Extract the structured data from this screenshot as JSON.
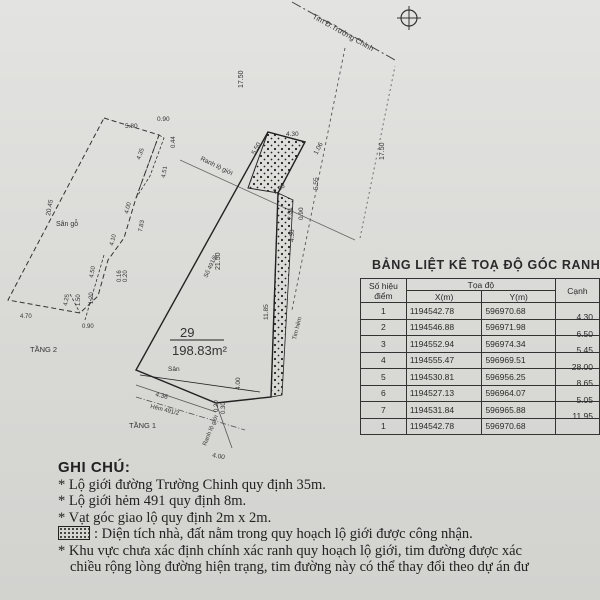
{
  "drawing": {
    "road_center_label": "Tim Đ.Trường Chinh",
    "road_offset_left": "17.50",
    "road_offset_right": "17.50",
    "boundary_label": "Ranh lộ giới",
    "alley_center_label": "Tim hẻm",
    "alley_boundary_label": "Ranh lộ giới",
    "alley_label": "Hẻm 491/2",
    "house_no": "Số 491/6",
    "lot_number": "29",
    "lot_area": "198.83m²",
    "yard_label": "Sân",
    "floor1_label": "TẦNG 1",
    "floor2_label": "TẦNG 2",
    "floor2_room": "Sân gỗ",
    "dims": {
      "d430_top": "4.30",
      "d550": "5.50",
      "d106": "1.06",
      "d555": "5.55",
      "d290": "2.90",
      "d201": "2.01",
      "d090a": "0.90",
      "d430_side": "4.30",
      "d2150": "21.50",
      "d1185": "11.85",
      "d400_bot": "4.00",
      "d436": "4.36",
      "d020": "0.20",
      "d030": "0.30",
      "d400_b2": "4.00",
      "f2_580": "5.80",
      "f2_090": "0.90",
      "f2_044": "0.44",
      "f2_435": "4.35",
      "f2_451": "4.51",
      "f2_2045": "20.45",
      "f2_400": "4.00",
      "f2_410": "4.10",
      "f2_783": "7.83",
      "f2_450": "4.50",
      "f2_016": "0.16",
      "f2_020": "0.20",
      "f2_425": "4.25",
      "f2_150": "1.50",
      "f2_120": "1.20",
      "f2_470": "4.70",
      "f2_090b": "0.90"
    }
  },
  "table": {
    "title": "BẢNG LIỆT KÊ TOẠ ĐỘ GÓC RANH",
    "col_point": "Số hiệu điểm",
    "col_coord": "Tọa độ",
    "col_x": "X(m)",
    "col_y": "Y(m)",
    "col_edge": "Cạnh",
    "rows": [
      {
        "no": "1",
        "x": "1194542.78",
        "y": "596970.68"
      },
      {
        "no": "2",
        "x": "1194546.88",
        "y": "596971.98"
      },
      {
        "no": "3",
        "x": "1194552.94",
        "y": "596974.34"
      },
      {
        "no": "4",
        "x": "1194555.47",
        "y": "596969.51"
      },
      {
        "no": "5",
        "x": "1194530.81",
        "y": "596956.25"
      },
      {
        "no": "6",
        "x": "1194527.13",
        "y": "596964.07"
      },
      {
        "no": "7",
        "x": "1194531.84",
        "y": "596965.88"
      },
      {
        "no": "1",
        "x": "1194542.78",
        "y": "596970.68"
      }
    ],
    "edges": [
      "4.30",
      "6.50",
      "5.45",
      "28.00",
      "8.65",
      "5.05",
      "11.95"
    ]
  },
  "notes": {
    "heading": "GHI CHÚ:",
    "line1": "* Lộ giới đường Trường Chinh quy định 35m.",
    "line2": "* Lộ giới hẻm 491 quy định 8m.",
    "line3": "* Vạt góc giao lộ quy định 2m x 2m.",
    "legend": ": Diện tích nhà, đất nằm trong quy hoạch lộ giới được công nhận.",
    "line5a": "* Khu vực chưa xác định chính xác ranh quy hoạch lộ giới, tim đường được xác",
    "line5b": "chiều rộng lòng đường hiện trạng, tim đường này có thể thay đổi theo dự án đư"
  }
}
